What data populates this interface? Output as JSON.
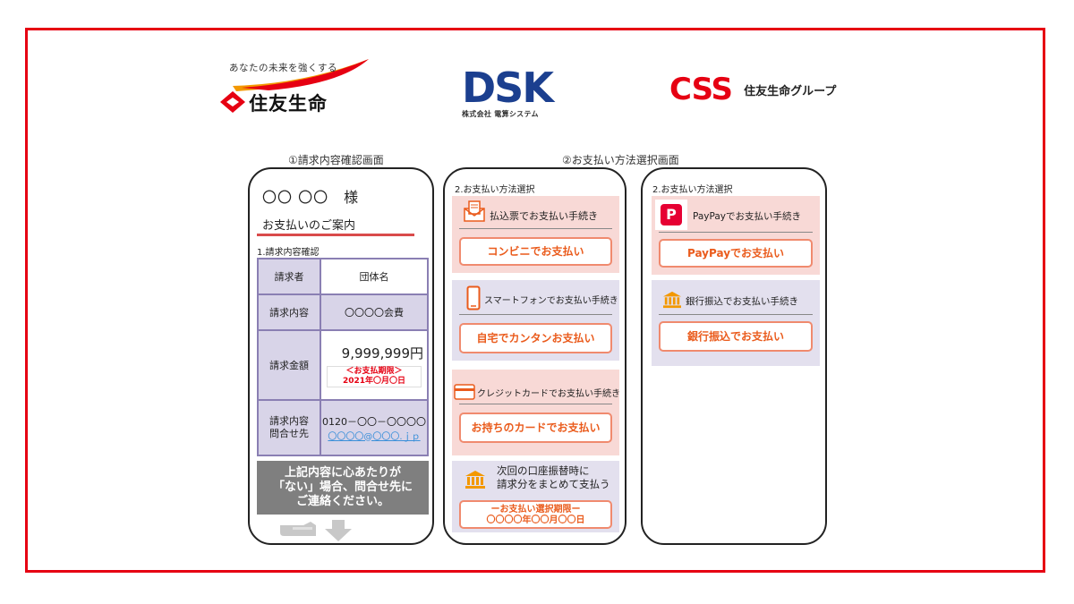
{
  "logos": {
    "sumitomo_tagline": "あなたの未来を強くする",
    "sumitomo_name": "住友生命",
    "dsk_big": "DSK",
    "dsk_small": "株式会社 電算システム",
    "css_big": "CSS",
    "css_group": "住友生命グループ"
  },
  "captions": {
    "screen1": "①請求内容確認画面",
    "screen2": "②お支払い方法選択画面"
  },
  "phone1": {
    "customer_name": "〇〇 〇〇　様",
    "guide_title": "お支払いのご案内",
    "section": "1.請求内容確認",
    "rows": [
      {
        "label": "請求者",
        "value": "団体名"
      },
      {
        "label": "請求内容",
        "value": "〇〇〇〇会費"
      },
      {
        "label": "請求金額",
        "value": "9,999,999円"
      },
      {
        "label": "請求内容\n問合せ先",
        "value": "0120－〇〇－〇〇〇〇"
      }
    ],
    "deadline_label": "＜お支払期限＞",
    "deadline_date": "2021年〇月〇日",
    "contact_email": "〇〇〇〇@〇〇〇.ｊｐ",
    "notice": "上記内容に心あたりが\n「ない」場合、問合せ先に\nご連絡ください。"
  },
  "phone2": {
    "section": "2.お支払い方法選択",
    "blocks": [
      {
        "title": "払込票でお支払い手続き",
        "button": "コンビニでお支払い"
      },
      {
        "title": "スマートフォンでお支払い手続き",
        "button": "自宅でカンタンお支払い"
      },
      {
        "title": "クレジットカードでお支払い手続き",
        "button": "お持ちのカードでお支払い"
      },
      {
        "title": "次回の口座振替時に\n請求分をまとめて支払う",
        "button_line1": "ーお支払い選択期限ー",
        "button_line2": "〇〇〇〇年〇〇月〇〇日"
      }
    ]
  },
  "phone3": {
    "section": "2.お支払い方法選択",
    "blocks": [
      {
        "title": "PayPayでお支払い手続き",
        "button": "PayPayでお支払い"
      },
      {
        "title": "銀行振込でお支払い手続き",
        "button": "銀行振込でお支払い"
      }
    ]
  },
  "colors": {
    "frame": "#e60012",
    "pink_block": "#f8d9d6",
    "lavender_block": "#e3e0ee",
    "button_text": "#ea5b1c",
    "button_border": "#f08a6e"
  }
}
